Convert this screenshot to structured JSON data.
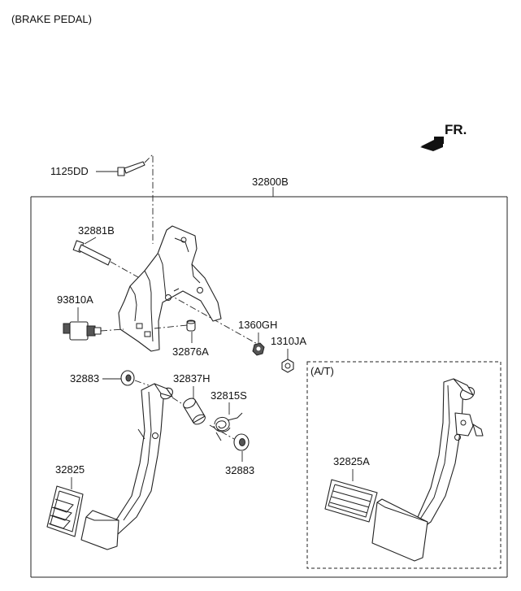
{
  "title": "(BRAKE PEDAL)",
  "direction_label": "FR.",
  "at_label": "(A/T)",
  "parts": {
    "p1125DD": "1125DD",
    "p32800B": "32800B",
    "p32881B": "32881B",
    "p93810A": "93810A",
    "p1360GH": "1360GH",
    "p1310JA": "1310JA",
    "p32876A": "32876A",
    "p32883_top": "32883",
    "p32837H": "32837H",
    "p32815S": "32815S",
    "p32883_bottom": "32883",
    "p32825": "32825",
    "p32825A": "32825A"
  }
}
